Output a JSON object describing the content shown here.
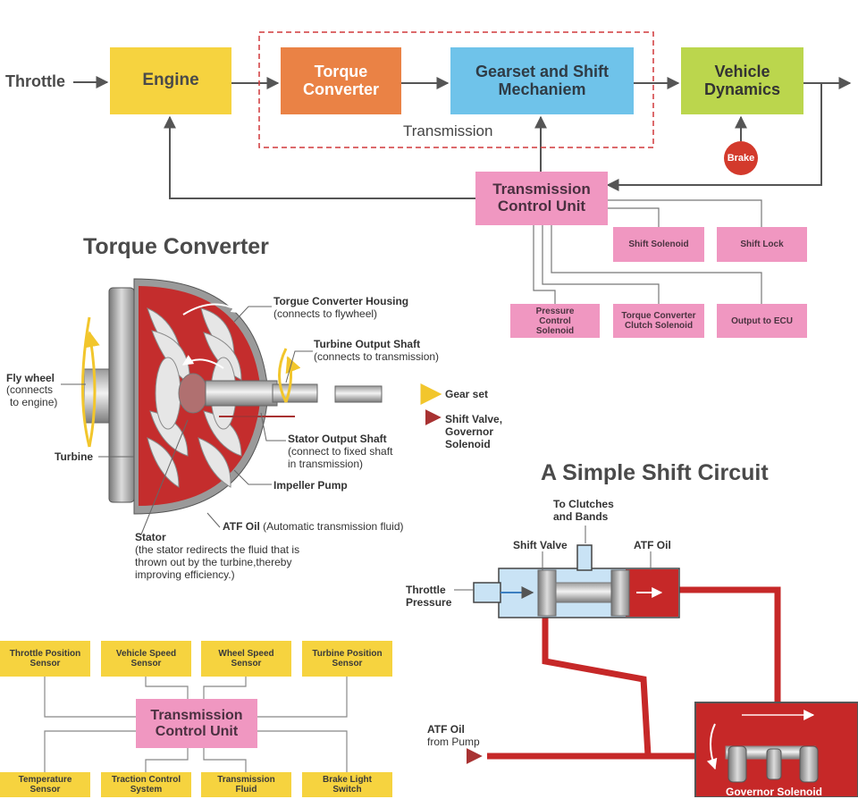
{
  "top_flow": {
    "throttle": "Throttle",
    "engine": "Engine",
    "torque_converter": "Torque Converter",
    "gearset": "Gearset and Shift Mechaniem",
    "vehicle_dynamics": "Vehicle Dynamics",
    "transmission_label": "Transmission",
    "brake": "Brake",
    "tcu": "Transmission Control Unit",
    "shift_solenoid": "Shift Solenoid",
    "shift_lock": "Shift Lock",
    "pressure_control_solenoid": "Pressure Control Solenoid",
    "tcc_solenoid": "Torque Converter Clutch Solenoid",
    "output_ecu": "Output to ECU"
  },
  "torque_converter": {
    "title": "Torque Converter",
    "housing_title": "Torgue Converter Housing",
    "housing_desc": "(connects to flywheel)",
    "turbine_shaft_title": "Turbine Output Shaft",
    "turbine_shaft_desc": "(connects to transmission)",
    "flywheel_title": "Fly wheel",
    "flywheel_desc1": "(connects",
    "flywheel_desc2": "to engine)",
    "gear_set": "Gear set",
    "shift_valve1": "Shift Valve,",
    "shift_valve2": "Governor",
    "shift_valve3": "Solenoid",
    "stator_shaft_title": "Stator Output Shaft",
    "stator_shaft_desc1": "(connect to fixed shaft",
    "stator_shaft_desc2": "in transmission)",
    "turbine": "Turbine",
    "impeller": "Impeller Pump",
    "atf_title": "ATF Oil",
    "atf_desc": "(Automatic transmission fluid)",
    "stator_title": "Stator",
    "stator_desc1": "(the stator redirects the fluid that is",
    "stator_desc2": "thrown out by the turbine,thereby",
    "stator_desc3": "improving efficiency.)"
  },
  "shift_circuit": {
    "title": "A Simple Shift Circuit",
    "to_clutches1": "To Clutches",
    "to_clutches2": "and Bands",
    "shift_valve": "Shift Valve",
    "atf_oil": "ATF Oil",
    "throttle_pressure1": "Throttle",
    "throttle_pressure2": "Pressure",
    "atf_from_pump1": "ATF Oil",
    "atf_from_pump2": "from Pump",
    "governor_solenoid": "Governor Solenoid"
  },
  "sensors": {
    "throttle_position": "Throttle Position Sensor",
    "vehicle_speed": "Vehicle Speed Sensor",
    "wheel_speed": "Wheel Speed Sensor",
    "turbine_position": "Turbine Position Sensor",
    "tcu": "Transmission Control Unit",
    "temperature": "Temperature Sensor",
    "traction_control": "Traction Control System",
    "transmission_fluid": "Transmission Fluid",
    "brake_light": "Brake Light Switch"
  },
  "colors": {
    "yellow": "#f6d33f",
    "orange": "#ea8245",
    "blue": "#6fc3ea",
    "green": "#bbd64d",
    "pink": "#f097c1",
    "red": "#c62828",
    "arrow": "#555555"
  }
}
